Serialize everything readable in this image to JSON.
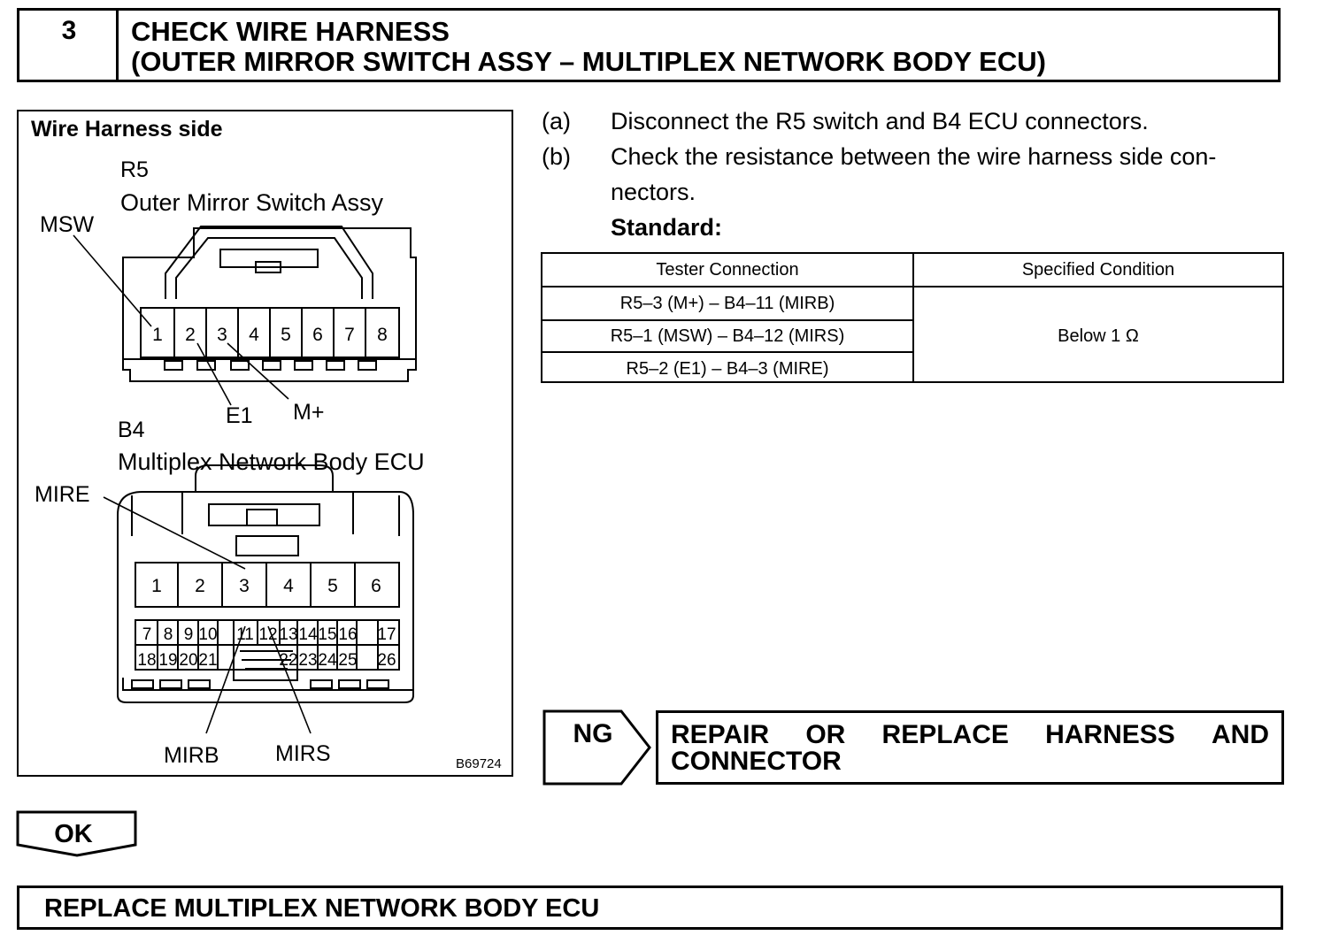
{
  "header": {
    "step_number": "3",
    "title_line1": "CHECK WIRE HARNESS",
    "title_line2": "(OUTER MIRROR SWITCH ASSY – MULTIPLEX NETWORK BODY ECU)"
  },
  "diagram": {
    "title": "Wire Harness side",
    "r5": {
      "code": "R5",
      "name": "Outer Mirror Switch Assy",
      "pins": [
        "1",
        "2",
        "3",
        "4",
        "5",
        "6",
        "7",
        "8"
      ],
      "callouts": {
        "msw": "MSW",
        "e1": "E1",
        "m_plus": "M+"
      }
    },
    "b4": {
      "code": "B4",
      "name": "Multiplex Network Body ECU",
      "pins_top": [
        "1",
        "2",
        "3",
        "4",
        "5",
        "6"
      ],
      "pins_mid": [
        "7",
        "8",
        "9",
        "10",
        "11",
        "12",
        "13",
        "14",
        "15",
        "16",
        "17"
      ],
      "pins_bot": [
        "18",
        "19",
        "20",
        "21",
        "22",
        "23",
        "24",
        "25",
        "26"
      ],
      "callouts": {
        "mire": "MIRE",
        "mirb": "MIRB",
        "mirs": "MIRS"
      }
    },
    "figure_code": "B69724"
  },
  "instructions": {
    "step_a_label": "(a)",
    "step_a_text": "Disconnect the R5 switch and B4 ECU connectors.",
    "step_b_label": "(b)",
    "step_b_text_line1": "Check the resistance between the wire harness side con-",
    "step_b_text_line2": "nectors.",
    "standard_label": "Standard:"
  },
  "spec_table": {
    "headers": [
      "Tester Connection",
      "Specified Condition"
    ],
    "rows": [
      "R5–3 (M+) – B4–11 (MIRB)",
      "R5–1 (MSW) – B4–12 (MIRS)",
      "R5–2 (E1) – B4–3 (MIRE)"
    ],
    "condition": "Below 1 Ω"
  },
  "ng": {
    "label": "NG",
    "result_line1_words": [
      "REPAIR",
      "OR",
      "REPLACE",
      "HARNESS",
      "AND"
    ],
    "result_line2": "CONNECTOR"
  },
  "ok": {
    "label": "OK"
  },
  "final": {
    "text": "REPLACE MULTIPLEX NETWORK BODY ECU"
  }
}
